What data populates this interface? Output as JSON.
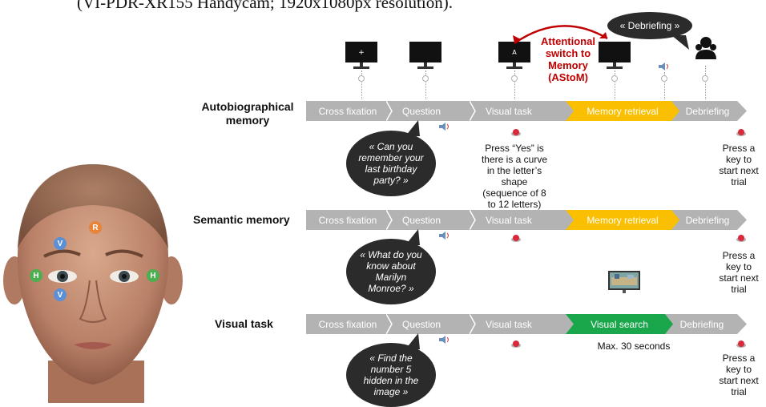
{
  "header_text": "(VI-PDR-XR155 Handycam; 1920x1080px resolution).",
  "rows": {
    "autobio": {
      "label": "Autobiographical memory",
      "segments": [
        "Cross fixation",
        "Question",
        "Visual task",
        "Memory retrieval",
        "Debriefing"
      ],
      "question": "« Can you remember your last birthday party? »",
      "task_note": "Press “Yes” is there is a curve in the letter’s shape (sequence of 8 to 12 letters)",
      "end_note": "Press a key to start next trial"
    },
    "semantic": {
      "label": "Semantic memory",
      "segments": [
        "Cross fixation",
        "Question",
        "Visual task",
        "Memory retrieval",
        "Debriefing"
      ],
      "question": "« What do you know about Marilyn Monroe? »",
      "end_note": "Press a key to start next trial"
    },
    "visual": {
      "label": "Visual task",
      "segments": [
        "Cross fixation",
        "Question",
        "Visual task",
        "Visual search",
        "Debriefing"
      ],
      "question": "« Find the number 5 hidden in the image »",
      "search_note": "Max. 30 seconds",
      "end_note": "Press a key to start next trial"
    }
  },
  "top": {
    "debriefing_bubble": "« Debriefing »",
    "astom": "Attentional switch to Memory (AStoM)",
    "monitor_glyphs": [
      "+",
      "",
      "A",
      ""
    ]
  },
  "face": {
    "markers": [
      {
        "letter": "R",
        "color": "#e8843a"
      },
      {
        "letter": "V",
        "color": "#5b8fd6"
      },
      {
        "letter": "H",
        "color": "#4caf50"
      },
      {
        "letter": "H",
        "color": "#4caf50"
      },
      {
        "letter": "V",
        "color": "#5b8fd6"
      }
    ]
  },
  "colors": {
    "bar_gray": "#b3b3b3",
    "retrieval_yellow": "#f9bf00",
    "search_green": "#1aa64b",
    "astom_red": "#c00000",
    "bubble_dark": "#2b2b2b"
  }
}
